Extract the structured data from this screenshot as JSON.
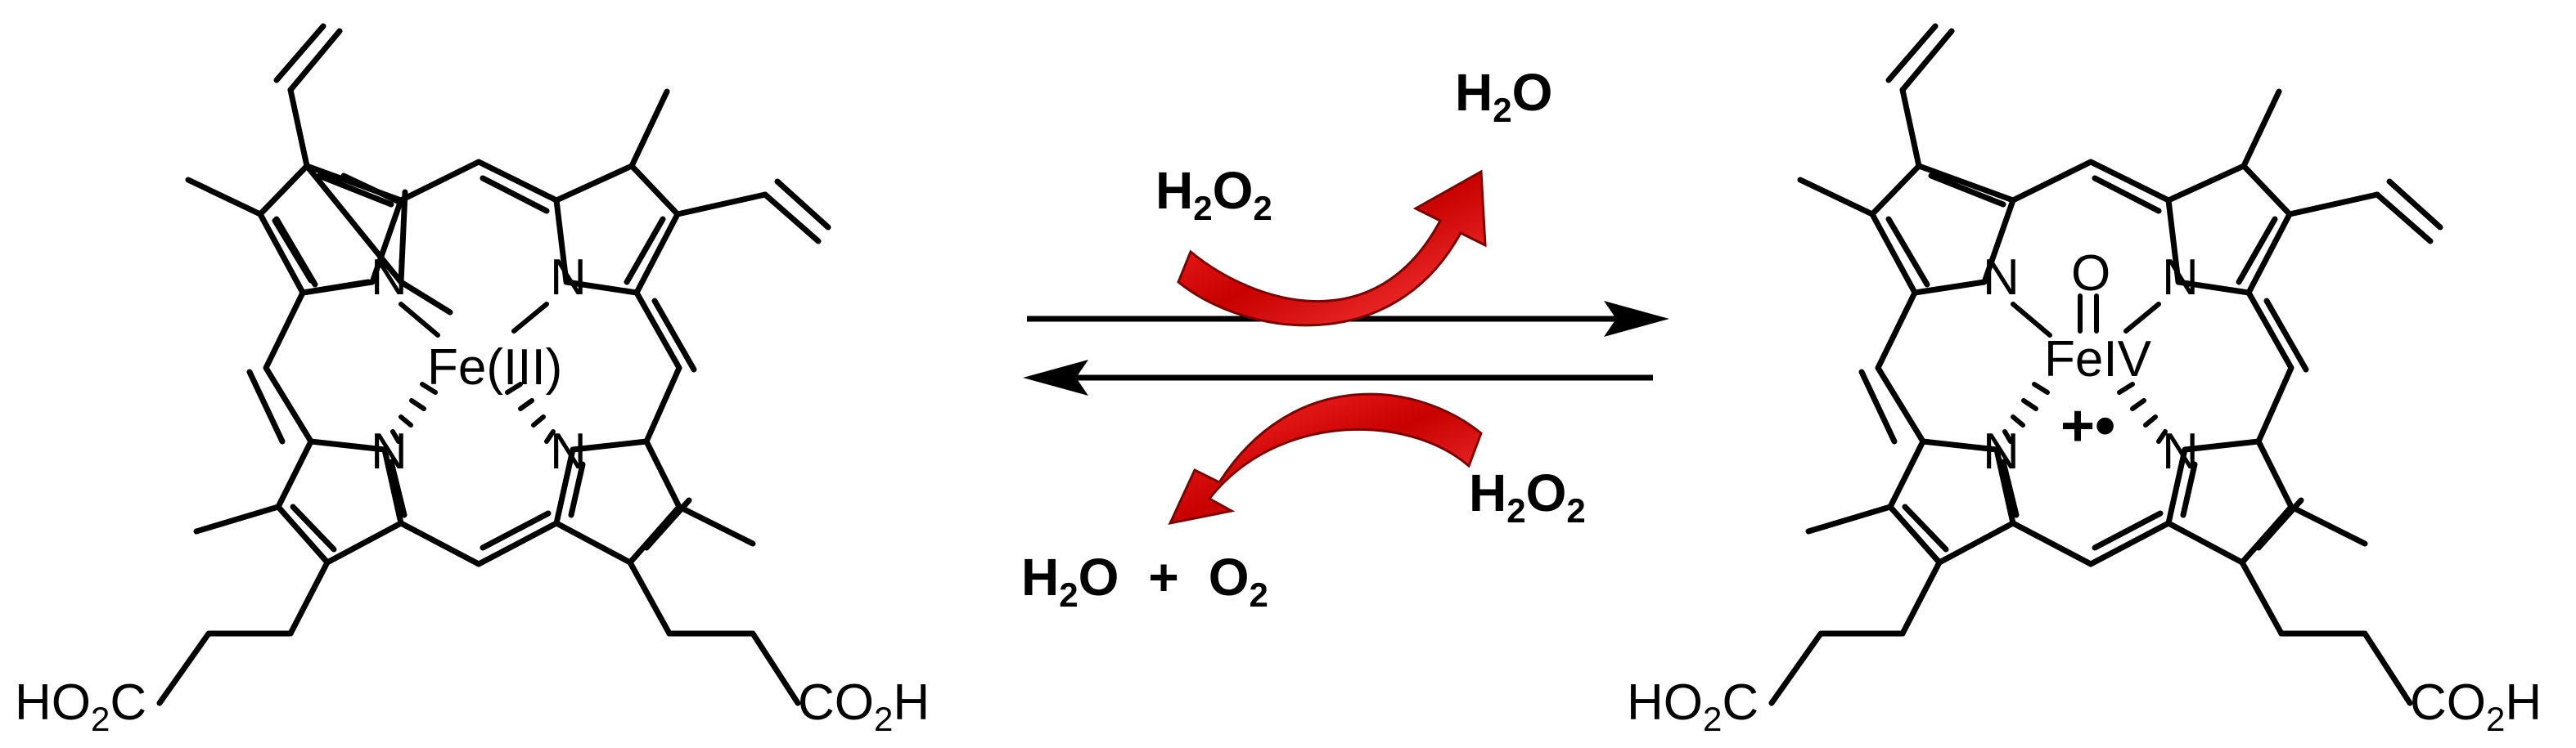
{
  "left_molecule": {
    "metal": "Fe(III)",
    "metal_color": "#1f1fff",
    "nitrogen": "N",
    "acid_left": {
      "a": "HO",
      "b": "2",
      "c": "C"
    },
    "acid_right": {
      "a": "CO",
      "b": "2",
      "c": "H"
    }
  },
  "right_molecule": {
    "metal": "FeIV",
    "metal_color": "#1f1fff",
    "oxo": "O",
    "radical_cation": "+•",
    "radical_color": "#ff0000",
    "nitrogen": "N",
    "acid_left": {
      "a": "HO",
      "b": "2",
      "c": "C"
    },
    "acid_right": {
      "a": "CO",
      "b": "2",
      "c": "H"
    }
  },
  "reaction": {
    "forward_in": {
      "a": "H",
      "b": "2",
      "c": "O",
      "d": "2"
    },
    "forward_out": {
      "a": "H",
      "b": "2",
      "c": "O"
    },
    "reverse_in": {
      "a": "H",
      "b": "2",
      "c": "O",
      "d": "2"
    },
    "reverse_out": {
      "a": "H",
      "b": "2",
      "c": "O",
      "plus": "+",
      "e": "O",
      "f": "2"
    },
    "curved_arrow_color": "#e01010"
  }
}
